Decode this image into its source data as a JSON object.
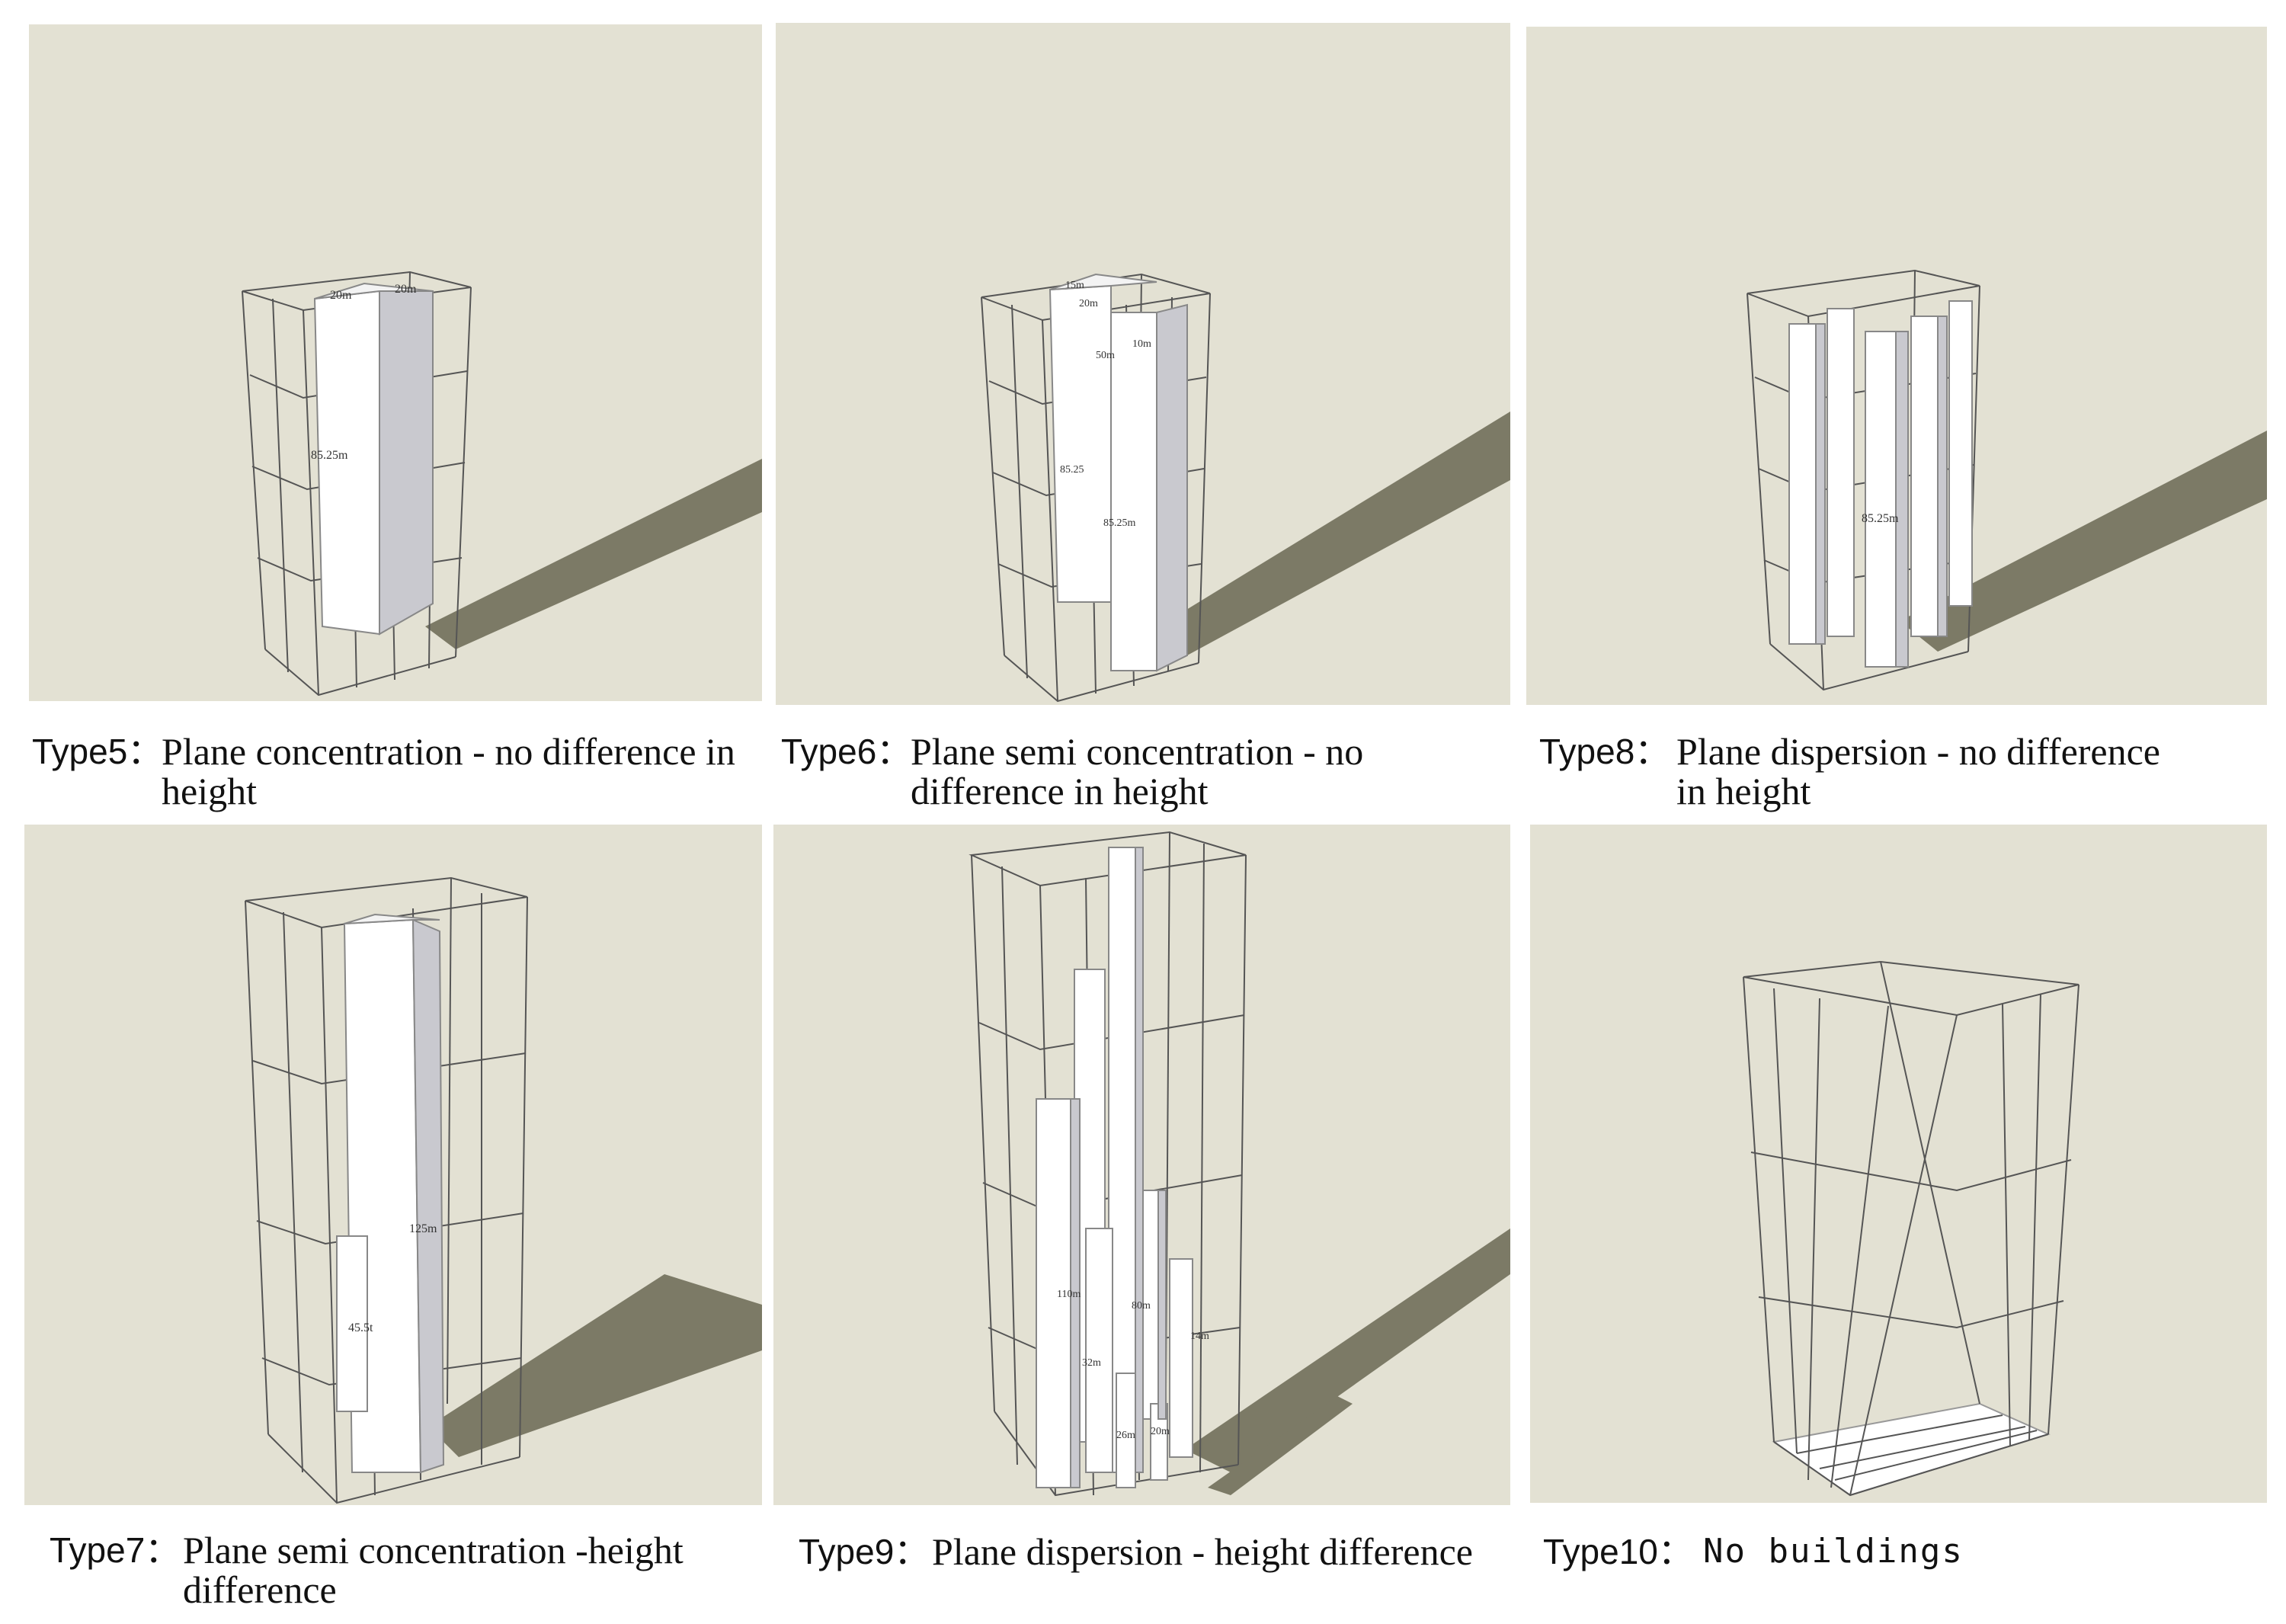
{
  "panels": [
    {
      "type": "Type5：",
      "text": "Plane concentration - no difference in height",
      "labels": [
        "20m",
        "20m",
        "85.25m"
      ]
    },
    {
      "type": "Type6：",
      "text": "Plane semi concentration - no difference in height",
      "labels": [
        "15m",
        "20m",
        "10m",
        "50m",
        "85.25",
        "85.25m"
      ]
    },
    {
      "type": "Type8：",
      "text": "Plane dispersion - no difference in height",
      "labels": [
        "85.25m"
      ]
    },
    {
      "type": "Type7：",
      "text": "Plane semi concentration -height difference",
      "labels": [
        "125m",
        "45.5t"
      ]
    },
    {
      "type": "Type9：",
      "text": "Plane dispersion - height difference",
      "labels": [
        "110m",
        "80m",
        "32m",
        "26m",
        "20m",
        "14m"
      ]
    },
    {
      "type": "Type10：",
      "text": "No buildings",
      "labels": []
    }
  ],
  "colors": {
    "panel_bg": "#e3e1d3",
    "shadow": "#7c7a66",
    "building": "#ffffff",
    "building_side": "#c9c9cf",
    "grid": "#555555"
  }
}
